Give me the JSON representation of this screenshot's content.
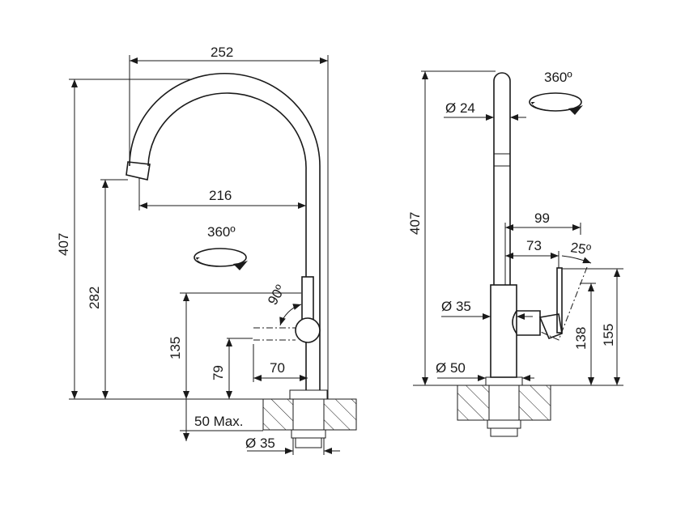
{
  "left_view": {
    "width_total": "252",
    "height_total": "407",
    "spout_height": "282",
    "spout_reach": "216",
    "rotation": "360º",
    "handle_angle": "90º",
    "handle_height": "135",
    "handle_low_height": "79",
    "handle_reach": "70",
    "counter_thickness": "50 Max.",
    "hole_diameter": "Ø 35"
  },
  "right_view": {
    "rotation": "360º",
    "spout_diameter": "Ø 24",
    "height_total": "407",
    "handle_reach_max": "99",
    "handle_reach": "73",
    "handle_angle": "25º",
    "body_diameter": "Ø 35",
    "handle_height_low": "138",
    "handle_height": "155",
    "base_diameter": "Ø 50"
  }
}
